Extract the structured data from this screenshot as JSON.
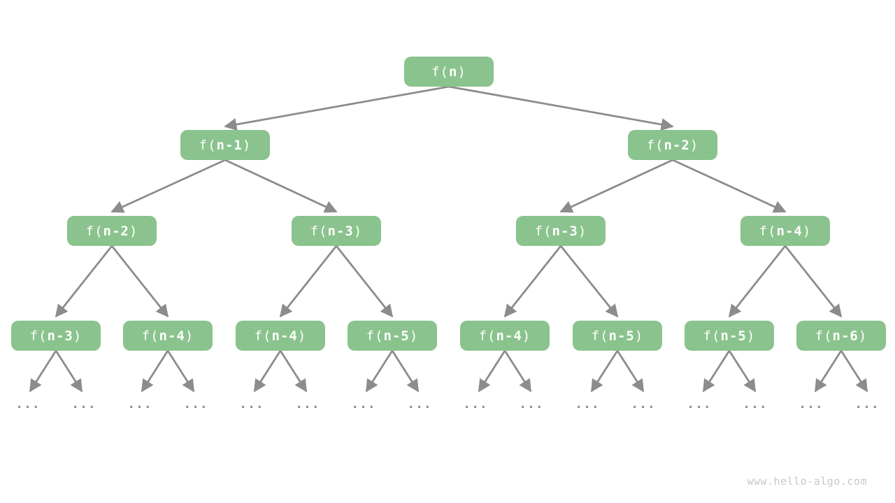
{
  "diagram": {
    "type": "recursion-tree",
    "levels": 4,
    "ellipsis": "...",
    "watermark": "www.hello-algo.com",
    "colors": {
      "node_fill": "#8ac38d",
      "node_text": "#ffffff",
      "edge": "#8c8c8c",
      "ellipsis_dots": "#8c8c8c",
      "watermark_text": "#c8c8c8",
      "background": "#ffffff"
    }
  },
  "nodes": {
    "root": {
      "pre": "f(",
      "arg": "n",
      "post": ")"
    },
    "level2": [
      {
        "pre": "f(",
        "arg": "n-1",
        "post": ")"
      },
      {
        "pre": "f(",
        "arg": "n-2",
        "post": ")"
      }
    ],
    "level3": [
      {
        "pre": "f(",
        "arg": "n-2",
        "post": ")"
      },
      {
        "pre": "f(",
        "arg": "n-3",
        "post": ")"
      },
      {
        "pre": "f(",
        "arg": "n-3",
        "post": ")"
      },
      {
        "pre": "f(",
        "arg": "n-4",
        "post": ")"
      }
    ],
    "level4": [
      {
        "pre": "f(",
        "arg": "n-3",
        "post": ")"
      },
      {
        "pre": "f(",
        "arg": "n-4",
        "post": ")"
      },
      {
        "pre": "f(",
        "arg": "n-4",
        "post": ")"
      },
      {
        "pre": "f(",
        "arg": "n-5",
        "post": ")"
      },
      {
        "pre": "f(",
        "arg": "n-4",
        "post": ")"
      },
      {
        "pre": "f(",
        "arg": "n-5",
        "post": ")"
      },
      {
        "pre": "f(",
        "arg": "n-5",
        "post": ")"
      },
      {
        "pre": "f(",
        "arg": "n-6",
        "post": ")"
      }
    ]
  }
}
